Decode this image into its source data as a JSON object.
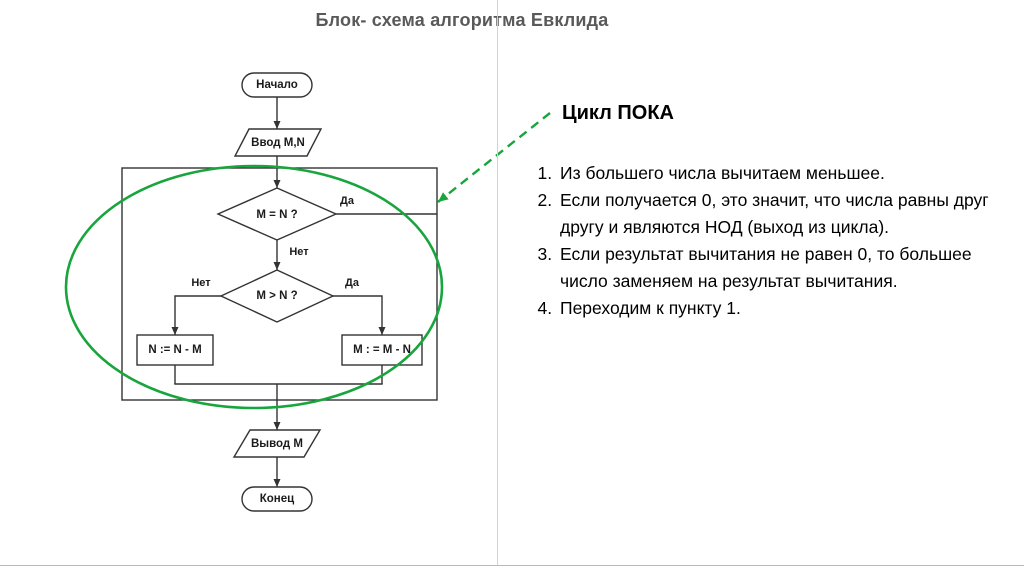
{
  "slide": {
    "title": "Блок- схема алгоритма Евклида",
    "accent_green": "#18a53c"
  },
  "flowchart": {
    "start": "Начало",
    "input": "Ввод M,N",
    "decision_equal": "M = N ?",
    "decision_greater": "M > N ?",
    "label_yes": "Да",
    "label_no": "Нет",
    "process_left": "N := N - M",
    "process_right": "M : = M - N",
    "output": "Вывод M",
    "end": "Конец"
  },
  "annotation": {
    "heading": "Цикл ПОКА",
    "items": [
      "Из большего числа вычитаем меньшее.",
      "Если получается 0, это значит, что числа равны друг другу и являются НОД (выход из цикла).",
      "Если результат вычитания не равен 0, то большее число заменяем на результат вычитания.",
      "Переходим к пункту 1."
    ]
  }
}
